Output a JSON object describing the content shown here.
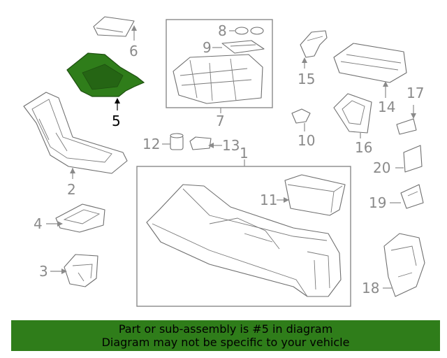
{
  "diagram": {
    "highlight_color": "#2f7d1a",
    "callouts": {
      "c1": "1",
      "c2": "2",
      "c3": "3",
      "c4": "4",
      "c5": "5",
      "c6": "6",
      "c7": "7",
      "c8": "8",
      "c9": "9",
      "c10": "10",
      "c11": "11",
      "c12": "12",
      "c13": "13",
      "c14": "14",
      "c15": "15",
      "c16": "16",
      "c17": "17",
      "c18": "18",
      "c19": "19",
      "c20": "20"
    },
    "highlighted_part": "5"
  },
  "banner": {
    "line1": "Part or sub-assembly is #5 in diagram",
    "line2": "Diagram may not be specific to your vehicle",
    "background": "#2f7d1a"
  }
}
